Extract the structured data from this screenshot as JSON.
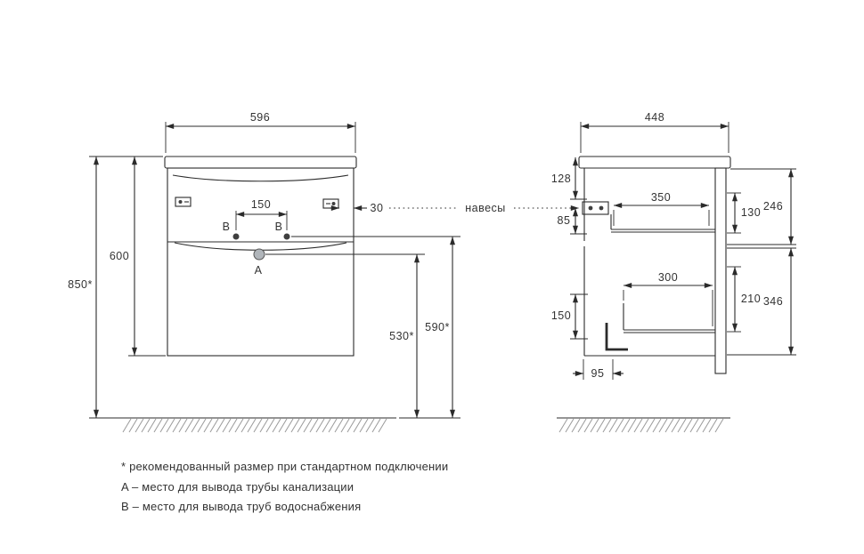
{
  "front_view": {
    "width": "596",
    "cabinet_height": "600",
    "mount_height": "850*",
    "supply_spacing": "150",
    "hanger_offset": "30",
    "drain_height": "530*",
    "supply_height": "590*",
    "point_a": "A",
    "point_b_left": "B",
    "point_b_right": "B"
  },
  "side_view": {
    "depth": "448",
    "top_to_hanger": "128",
    "hanger_drop": "85",
    "top_drawer_depth": "350",
    "top_drawer_front": "130",
    "top_section_height": "246",
    "bottom_drawer_depth": "300",
    "bottom_drawer_front": "210",
    "bottom_section_height": "346",
    "pipe_zone_height": "150",
    "front_clearance": "95"
  },
  "callouts": {
    "hangers": "навесы"
  },
  "footnotes": [
    "* рекомендованный размер при стандартном подключении",
    "A – место для вывода трубы канализации",
    "B – место для вывода труб водоснабжения"
  ]
}
